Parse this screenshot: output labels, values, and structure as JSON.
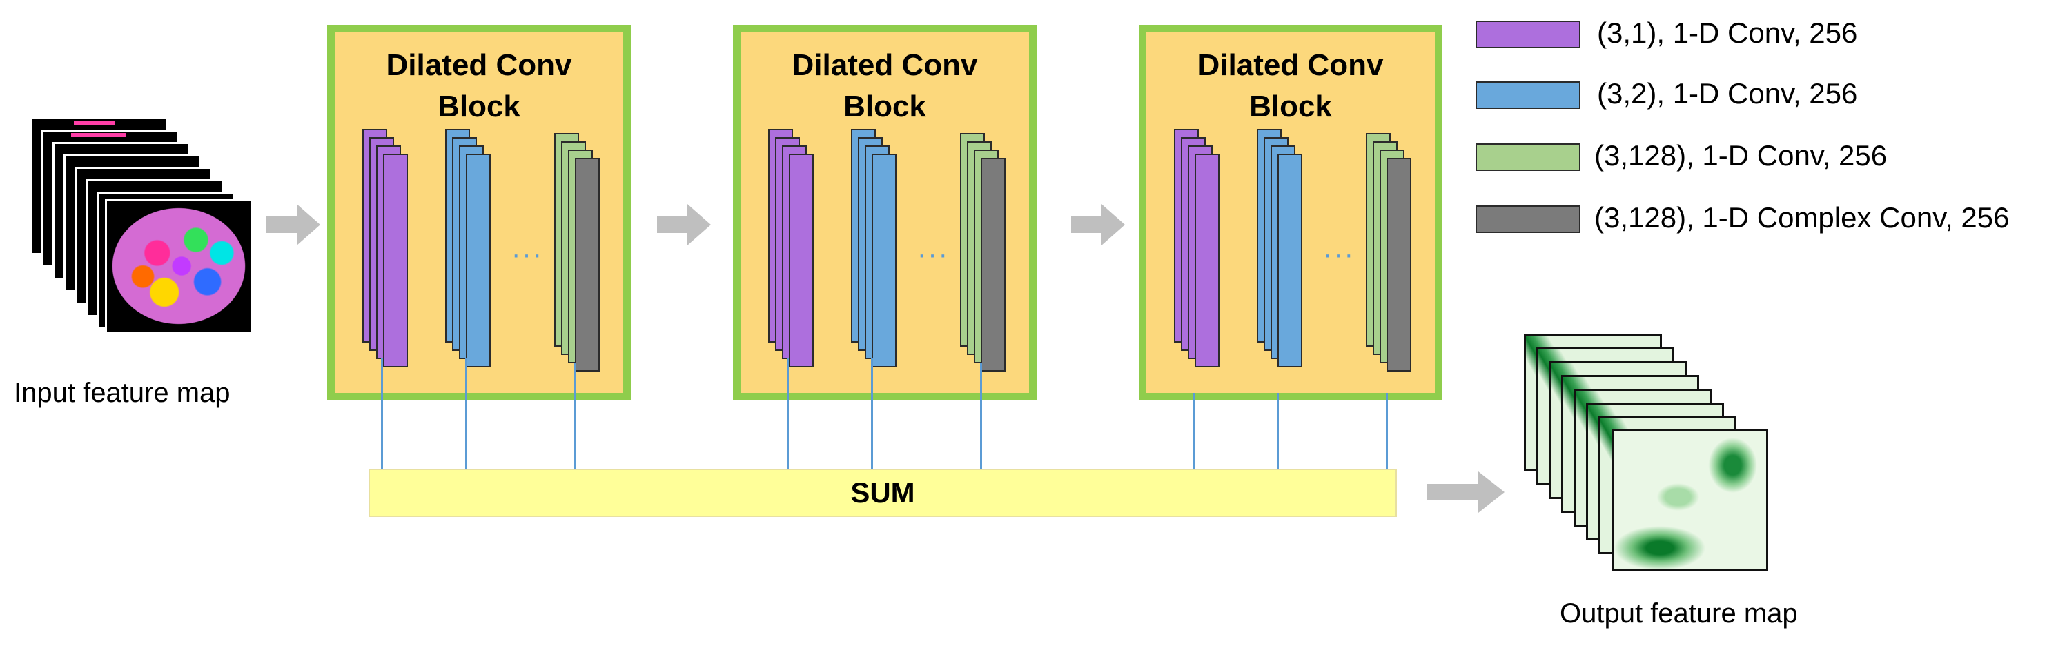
{
  "input": {
    "label": "Input feature map"
  },
  "output": {
    "label": "Output feature map"
  },
  "blocks": [
    {
      "title_line1": "Dilated Conv",
      "title_line2": "Block",
      "ellipsis": "···"
    },
    {
      "title_line1": "Dilated Conv",
      "title_line2": "Block",
      "ellipsis": "···"
    },
    {
      "title_line1": "Dilated Conv",
      "title_line2": "Block",
      "ellipsis": "···"
    }
  ],
  "sum": {
    "label": "SUM"
  },
  "legend": [
    {
      "color": "#ad6fdd",
      "text": "(3,1), 1-D Conv, 256"
    },
    {
      "color": "#69a8dc",
      "text": "(3,2), 1-D Conv, 256"
    },
    {
      "color": "#a8d08d",
      "text": "(3,128), 1-D Conv, 256"
    },
    {
      "color": "#7b7b7b",
      "text": "(3,128), 1-D Complex Conv, 256"
    }
  ],
  "colors": {
    "block_fill": "#fcd87c",
    "block_border": "#8fcd4c",
    "sum_fill": "#ffff99",
    "connector": "#5b9bd5",
    "arrow": "#bfbfbf"
  }
}
